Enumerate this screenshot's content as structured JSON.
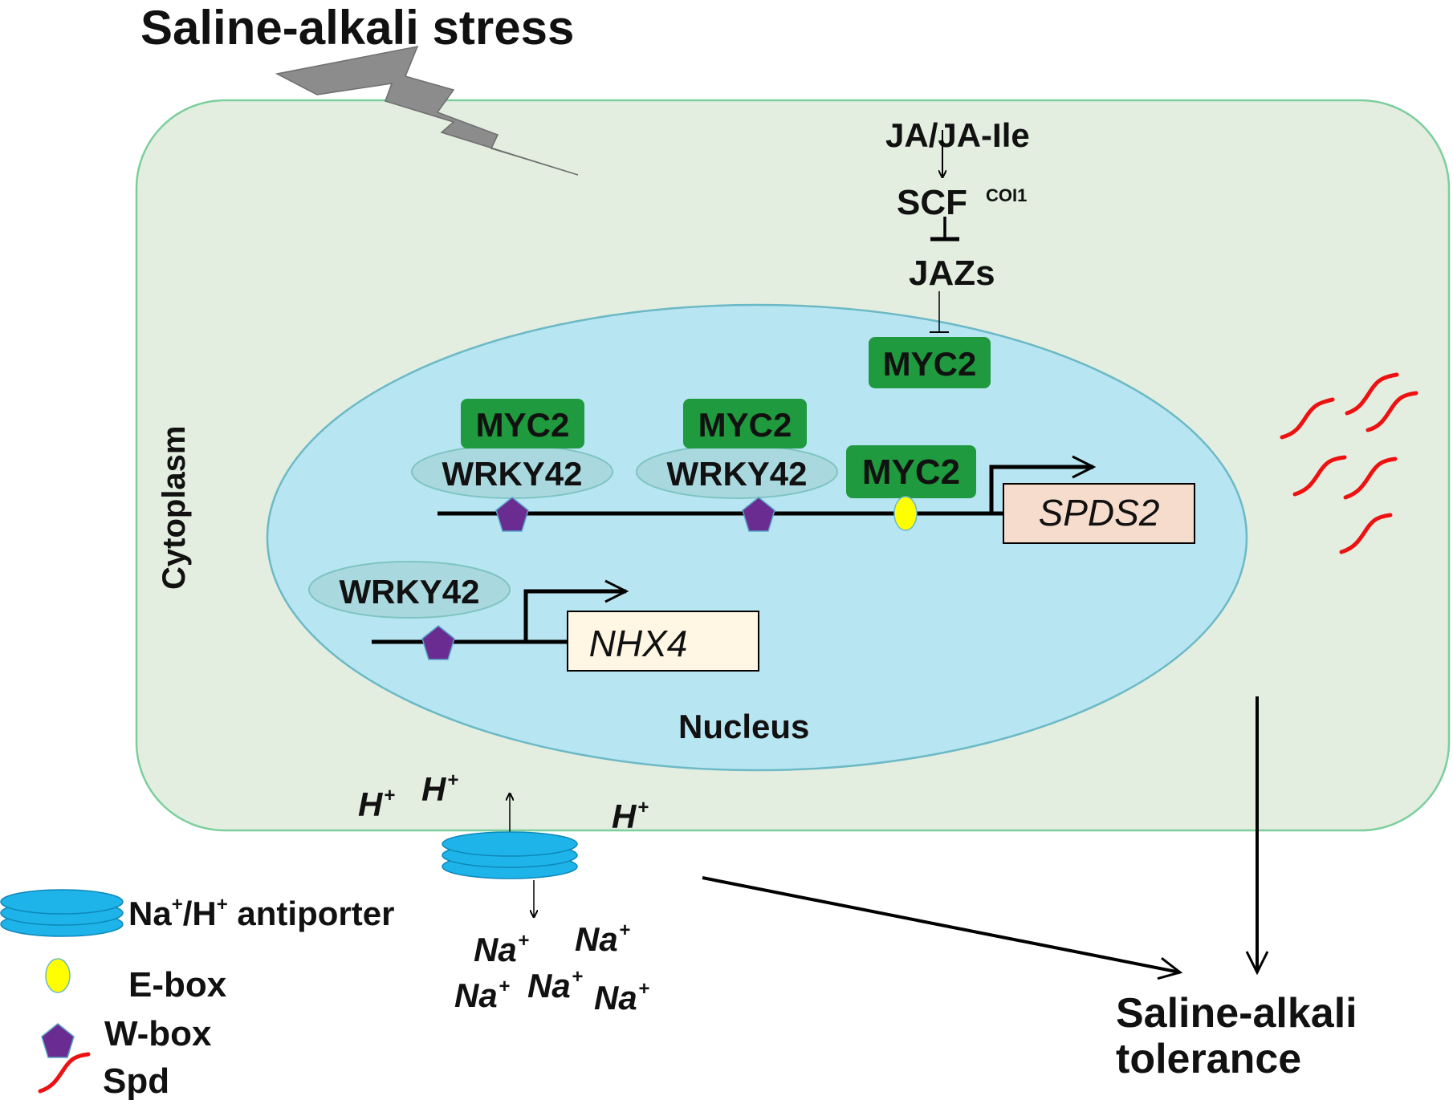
{
  "title": "Saline-alkali stress",
  "signaling": {
    "hormone": "JA/JA-Ile",
    "scf": "SCF",
    "scf_superscript": "COI1",
    "jazs": "JAZs"
  },
  "compartments": {
    "cytoplasm": "Cytoplasm",
    "nucleus": "Nucleus"
  },
  "proteins": {
    "myc2": "MYC2",
    "wrky42": "WRKY42"
  },
  "genes": {
    "spds2": "SPDS2",
    "nhx4": "NHX4"
  },
  "ions": {
    "h": "H",
    "h_charge": "+",
    "na": "Na",
    "na_charge": "+"
  },
  "outcome": {
    "line1": "Saline-alkali",
    "line2": "tolerance"
  },
  "legend": {
    "antiporter_pre": "Na",
    "antiporter_sup1": "+",
    "antiporter_mid": "/H",
    "antiporter_sup2": "+",
    "antiporter_post": " antiporter",
    "ebox": "E-box",
    "wbox": "W-box",
    "spd": "Spd"
  },
  "colors": {
    "cell_fill": "#e3eee0",
    "cell_stroke": "#7ccf9c",
    "nucleus_fill": "#b7e5f2",
    "nucleus_stroke": "#6cb9c6",
    "myc2_fill": "#1f9a3e",
    "wrky42_fill": "#a9d8de",
    "wbox": "#6a2c91",
    "ebox": "#ffff00",
    "spd": "#ee1111",
    "antiporter": "#1eb4ea",
    "spds2_box": "#f6dccc",
    "nhx4_box": "#fff6e4",
    "bolt": "#8c8c8c"
  }
}
